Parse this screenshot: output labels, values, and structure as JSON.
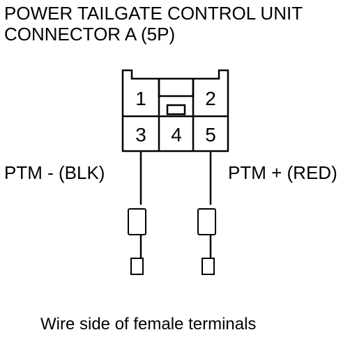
{
  "title": {
    "line1": "POWER TAILGATE CONTROL UNIT",
    "line2": "CONNECTOR A (5P)"
  },
  "connector": {
    "pins": [
      {
        "number": "1"
      },
      {
        "number": "2"
      },
      {
        "number": "3"
      },
      {
        "number": "4"
      },
      {
        "number": "5"
      }
    ]
  },
  "wires": {
    "left_label": "PTM -  (BLK)",
    "right_label": "PTM +  (RED)"
  },
  "caption": "Wire side of female terminals",
  "colors": {
    "line": "#000000",
    "background": "#ffffff"
  }
}
